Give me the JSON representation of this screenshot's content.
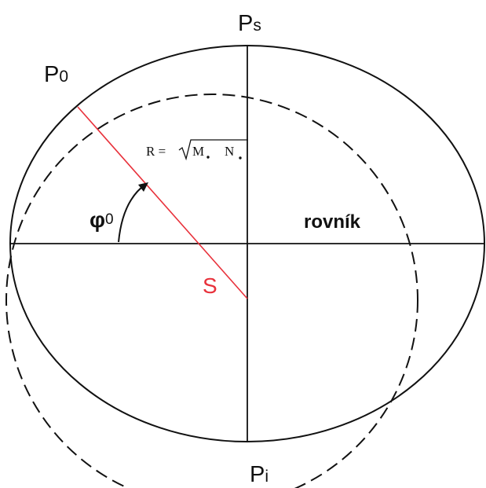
{
  "labels": {
    "pole_top": {
      "base": "P",
      "sub": "s"
    },
    "point_p0": {
      "base": "P",
      "sub": "0"
    },
    "pole_bottom": {
      "base": "P",
      "sub": "i"
    },
    "latitude": {
      "base": "φ",
      "sub": "0"
    },
    "center": "S",
    "equator": "rovník",
    "radius_formula": {
      "lhs": "R =",
      "m": "M",
      "n": "N"
    }
  },
  "colors": {
    "line": "#111111",
    "radius": "#e8313b",
    "center_label": "#e8313b",
    "background": "#ffffff"
  }
}
